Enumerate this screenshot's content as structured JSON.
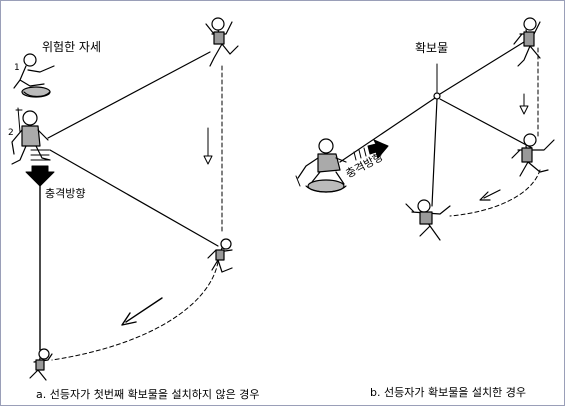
{
  "left_panel": {
    "danger_label": "위험한 자세",
    "marker_1": "1",
    "marker_2": "2",
    "impact_label": "충격방향",
    "caption": "a. 선등자가 첫번째 확보물을 설치하지 않은 경우"
  },
  "right_panel": {
    "anchor_label": "확보물",
    "impact_label": "충격방향",
    "caption": "b. 선등자가 확보물을 설치한 경우"
  },
  "colors": {
    "ink": "#000000",
    "frame": "#9a9fb8"
  }
}
